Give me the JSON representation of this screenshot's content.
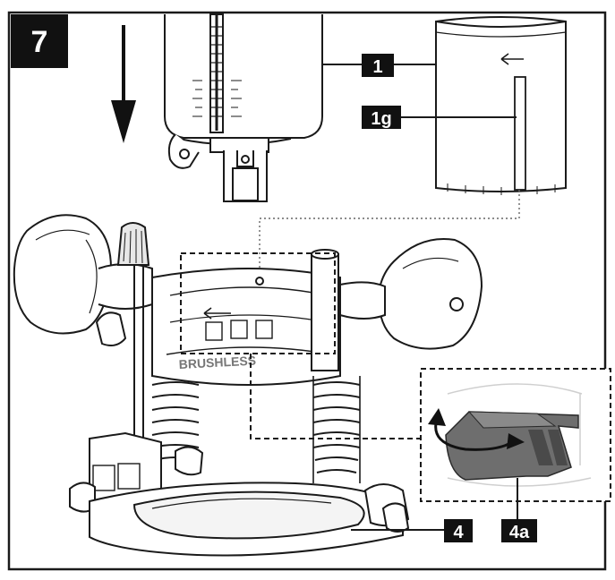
{
  "step": {
    "number": "7"
  },
  "callouts": [
    {
      "id": "1",
      "text": "1"
    },
    {
      "id": "1g",
      "text": "1g"
    },
    {
      "id": "4",
      "text": "4"
    },
    {
      "id": "4a",
      "text": "4a"
    }
  ],
  "colors": {
    "line": "#1a1a1a",
    "label_bg": "#111111",
    "label_text": "#ffffff",
    "tab_fill": "#6e6e6e",
    "tab_dark": "#4a4a4a",
    "light_gray": "#cfcfcf"
  },
  "icons": [
    "down-arrow-icon",
    "rotate-arrow-icon"
  ]
}
